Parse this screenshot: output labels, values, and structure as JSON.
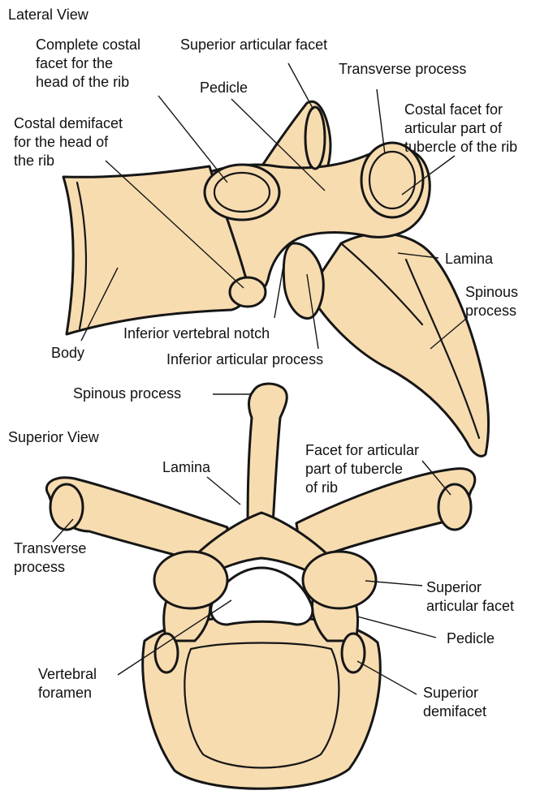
{
  "colors": {
    "bone": "#f7dcb0",
    "outline": "#161616",
    "text": "#111111",
    "background": "#ffffff"
  },
  "lateral": {
    "heading": "Lateral View",
    "labels": {
      "complete_costal_facet": "Complete costal\nfacet for the\nhead of the rib",
      "superior_articular_facet": "Superior articular facet",
      "transverse_process": "Transverse process",
      "pedicle": "Pedicle",
      "costal_facet_tubercle": "Costal facet for\narticular part of\ntubercle of the rib",
      "costal_demifacet": "Costal demifacet\nfor the head of\nthe rib",
      "lamina": "Lamina",
      "spinous_process": "Spinous\nprocess",
      "body": "Body",
      "inferior_vertebral_notch": "Inferior vertebral notch",
      "inferior_articular_process": "Inferior articular process"
    }
  },
  "superior": {
    "heading": "Superior View",
    "labels": {
      "spinous_process": "Spinous process",
      "lamina": "Lamina",
      "facet_tubercle": "Facet for articular\npart of tubercle\nof rib",
      "transverse_process": "Transverse\nprocess",
      "superior_articular_facet": "Superior\narticular facet",
      "pedicle": "Pedicle",
      "vertebral_foramen": "Vertebral\nforamen",
      "superior_demifacet": "Superior\ndemifacet"
    }
  }
}
